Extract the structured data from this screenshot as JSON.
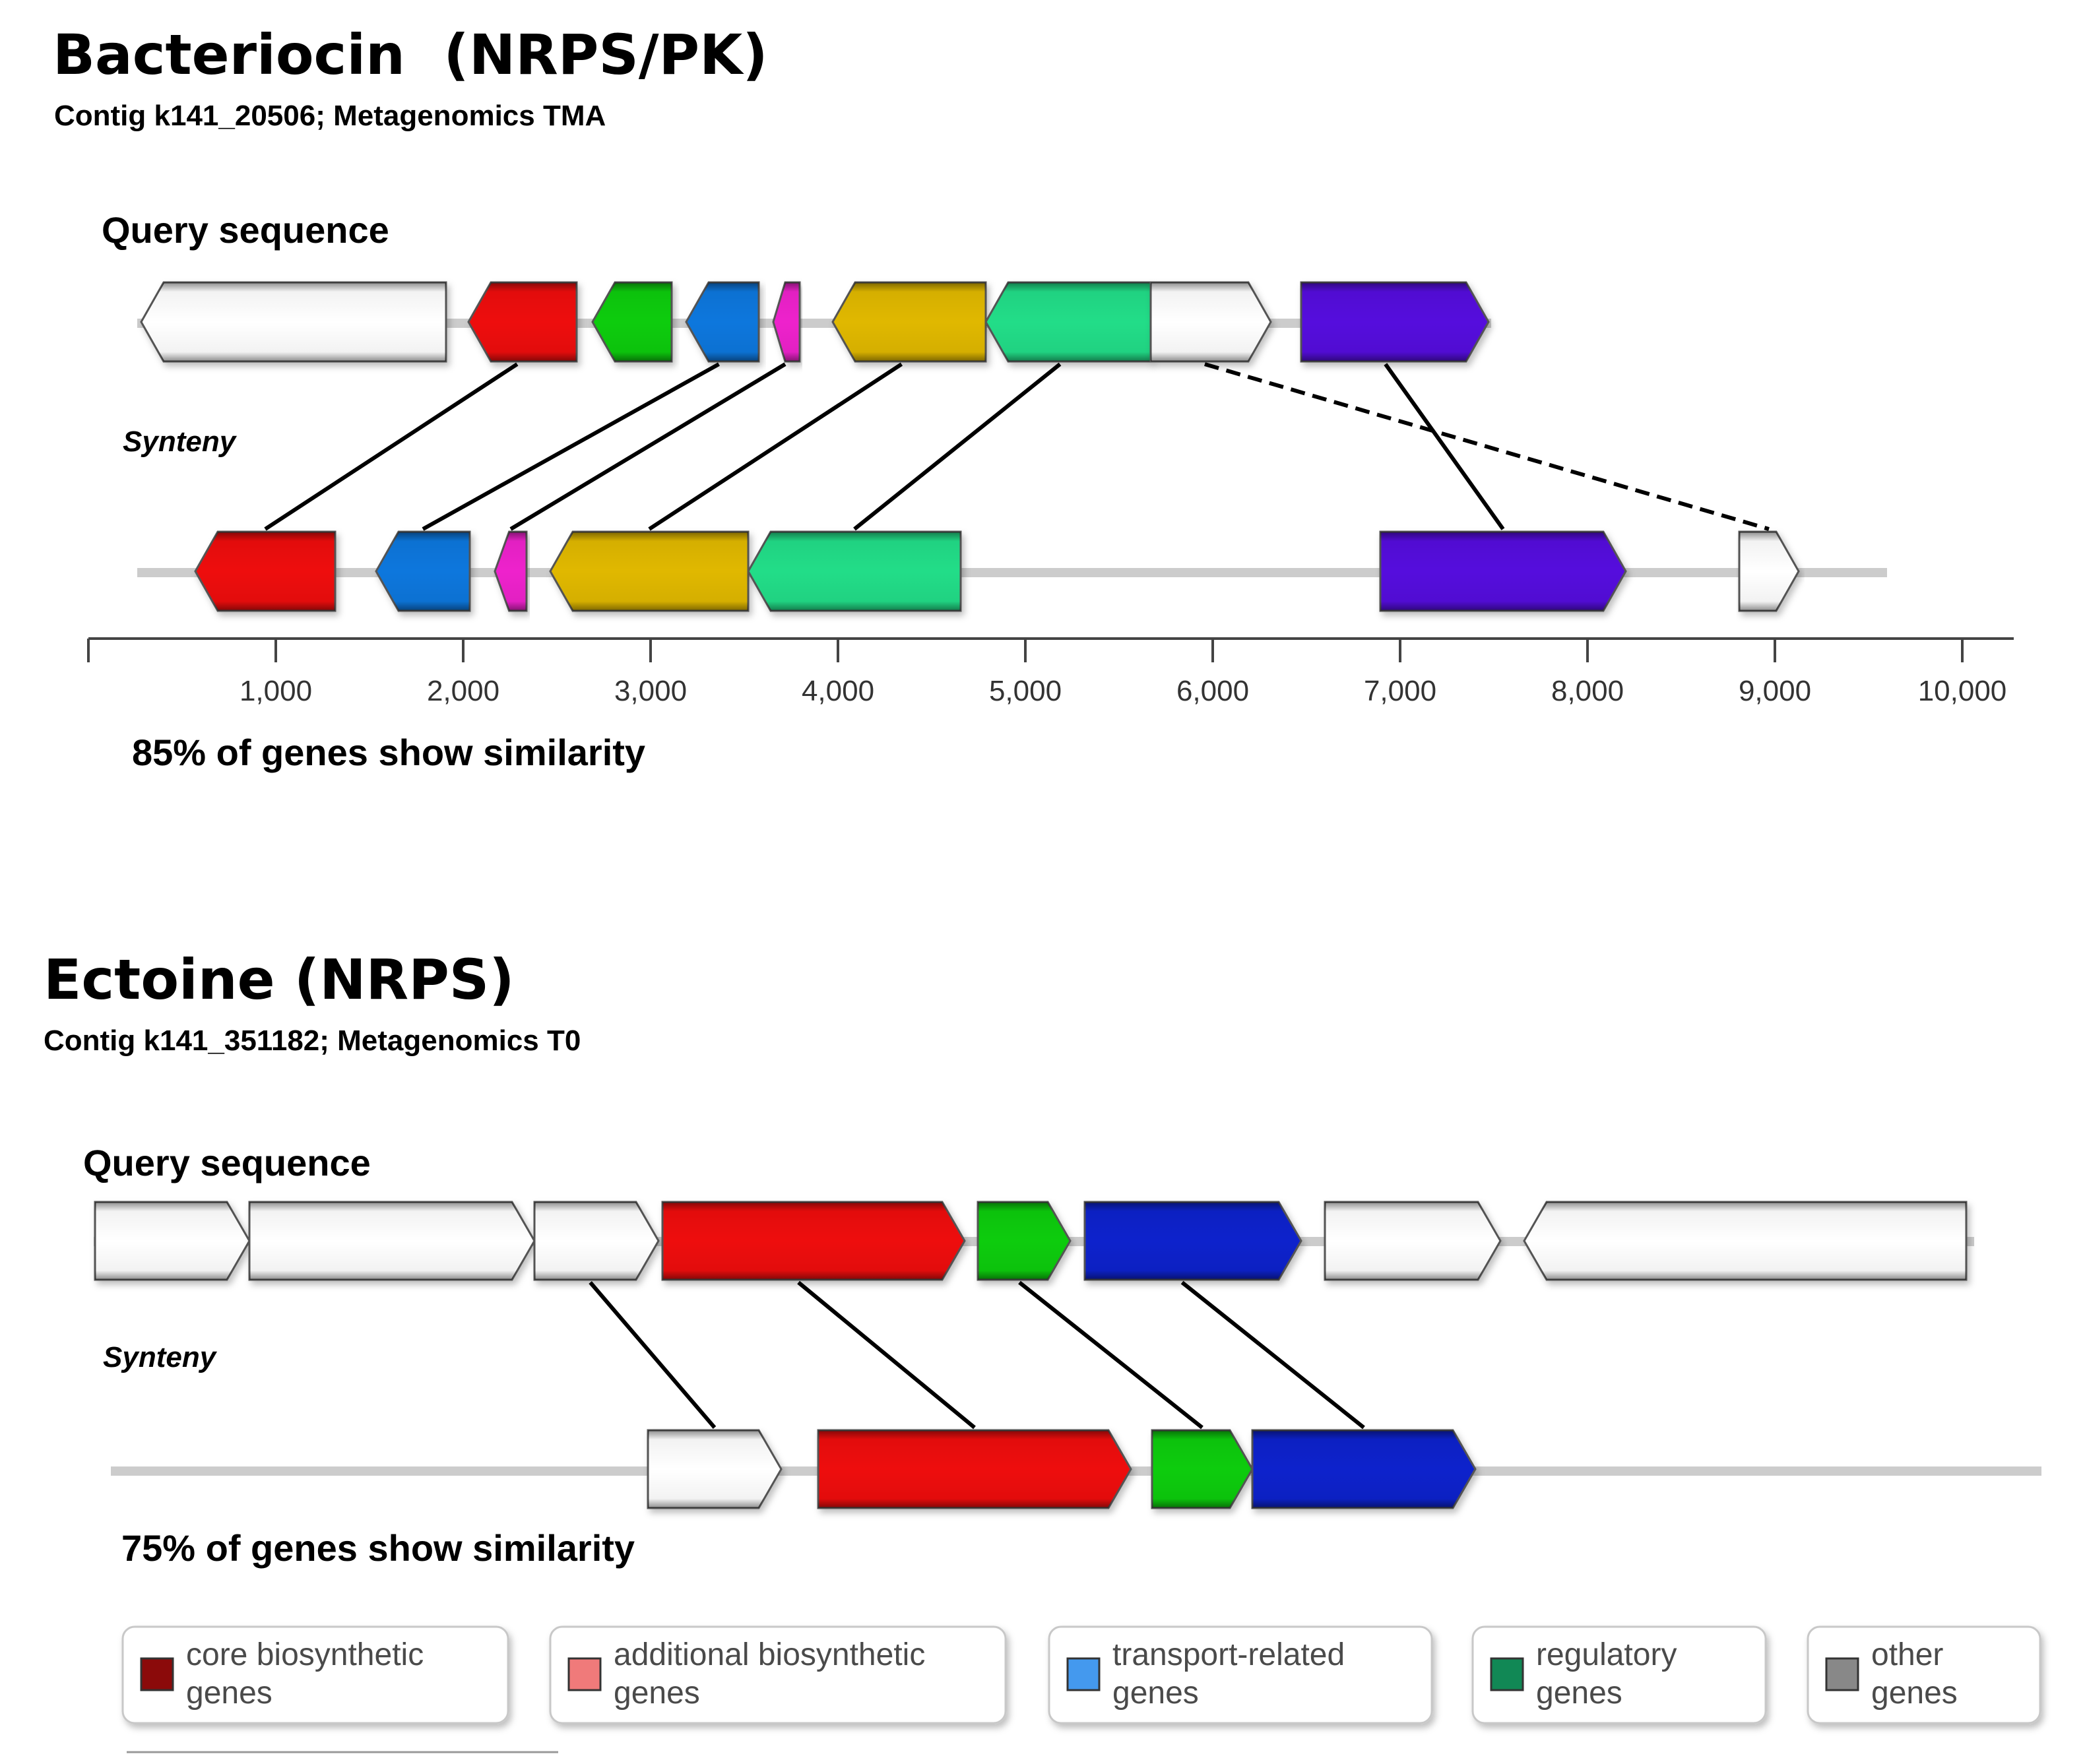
{
  "panels": [
    {
      "id": "bacteriocin",
      "title": "Bacteriocin  (NRPS/PK)",
      "subtitle": "Contig k141_20506; Metagenomics TMA",
      "query_label": "Query sequence",
      "synteny_label": "Synteny",
      "similarity_text": "85% of genes show similarity",
      "axis_tick_labels": [
        "1,000",
        "2,000",
        "3,000",
        "4,000",
        "5,000",
        "6,000",
        "7,000",
        "8,000",
        "9,000",
        "10,000"
      ],
      "query_genes": [
        {
          "color": "#ffffff",
          "direction": "left"
        },
        {
          "color": "#ee1111",
          "direction": "left"
        },
        {
          "color": "#11cc11",
          "direction": "left"
        },
        {
          "color": "#1177dd",
          "direction": "left"
        },
        {
          "color": "#ee22cc",
          "direction": "left"
        },
        {
          "color": "#e0b800",
          "direction": "left"
        },
        {
          "color": "#22dd88",
          "direction": "left"
        },
        {
          "color": "#ffffff",
          "direction": "right"
        },
        {
          "color": "#5511dd",
          "direction": "right"
        }
      ],
      "hit_genes": [
        {
          "color": "#ee1111",
          "direction": "left"
        },
        {
          "color": "#1177dd",
          "direction": "left"
        },
        {
          "color": "#ee22cc",
          "direction": "left"
        },
        {
          "color": "#e0b800",
          "direction": "left"
        },
        {
          "color": "#22dd88",
          "direction": "left"
        },
        {
          "color": "#5511dd",
          "direction": "right"
        },
        {
          "color": "#ffffff",
          "direction": "right"
        }
      ],
      "links": [
        {
          "query": 1,
          "hit": 0,
          "style": "solid"
        },
        {
          "query": 3,
          "hit": 1,
          "style": "solid"
        },
        {
          "query": 4,
          "hit": 2,
          "style": "solid"
        },
        {
          "query": 5,
          "hit": 3,
          "style": "solid"
        },
        {
          "query": 6,
          "hit": 4,
          "style": "solid"
        },
        {
          "query": 7,
          "hit": 6,
          "style": "dashed"
        },
        {
          "query": 8,
          "hit": 5,
          "style": "solid"
        }
      ]
    },
    {
      "id": "ectoine",
      "title": "Ectoine (NRPS)",
      "subtitle": "Contig k141_351182; Metagenomics T0",
      "query_label": "Query sequence",
      "synteny_label": "Synteny",
      "similarity_text": "75% of genes show similarity",
      "query_genes": [
        {
          "color": "#ffffff",
          "direction": "right"
        },
        {
          "color": "#ffffff",
          "direction": "right"
        },
        {
          "color": "#ffffff",
          "direction": "right"
        },
        {
          "color": "#ee1111",
          "direction": "right"
        },
        {
          "color": "#11cc11",
          "direction": "right"
        },
        {
          "color": "#1122cc",
          "direction": "right"
        },
        {
          "color": "#ffffff",
          "direction": "right"
        },
        {
          "color": "#ffffff",
          "direction": "left"
        }
      ],
      "hit_genes": [
        {
          "color": "#ffffff",
          "direction": "right"
        },
        {
          "color": "#ee1111",
          "direction": "right"
        },
        {
          "color": "#11cc11",
          "direction": "right"
        },
        {
          "color": "#1122cc",
          "direction": "right"
        }
      ],
      "links": [
        {
          "query": 2,
          "hit": 0,
          "style": "solid"
        },
        {
          "query": 3,
          "hit": 1,
          "style": "solid"
        },
        {
          "query": 4,
          "hit": 2,
          "style": "solid"
        },
        {
          "query": 5,
          "hit": 3,
          "style": "solid"
        }
      ]
    }
  ],
  "legend": [
    {
      "line1": "core biosynthetic",
      "line2": "genes",
      "color": "#8b0a0a"
    },
    {
      "line1": "additional biosynthetic",
      "line2": "genes",
      "color": "#f07a7a"
    },
    {
      "line1": "transport-related",
      "line2": "genes",
      "color": "#4499ee"
    },
    {
      "line1": "regulatory",
      "line2": "genes",
      "color": "#118855"
    },
    {
      "line1": "other",
      "line2": "genes",
      "color": "#888888"
    }
  ]
}
